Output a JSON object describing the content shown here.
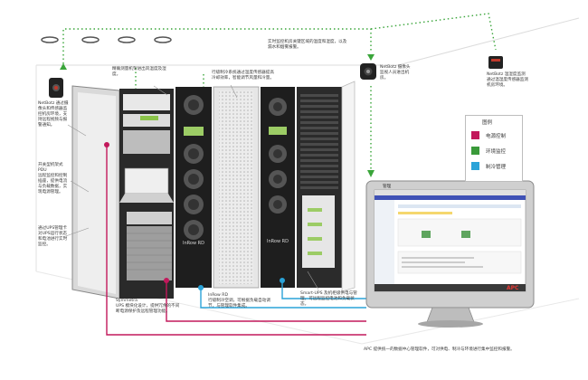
{
  "legend": {
    "title": "图例",
    "items": [
      {
        "label": "电源控制",
        "color": "#c2185b"
      },
      {
        "label": "环境监控",
        "color": "#3a9a3a"
      },
      {
        "label": "制冷管理",
        "color": "#2aa3d8"
      }
    ]
  },
  "notes": {
    "netbotz_left": "NetBotz 通过摄像头和传感器监控机房环境，支持远程视频与报警通知。",
    "rpdu": "开关型机架式PDU",
    "rpdu_desc": "远程监控和控制插座，提供电流与负载数据，实现电源管理。",
    "cooling_top": "精确测量机架进出风温度及湿度。",
    "row_cooling": "行级制冷系统通过温度传感器提高冷却效率，智能调节风量和冷量。",
    "netbotz_cam": "NetBotz 摄像头",
    "netbotz_cam_desc": "监视人员进出机房。",
    "netbotz_room": "NetBotz 温湿度监测",
    "netbotz_room_desc": "通过温湿度传感器监测机房环境。",
    "ceiling_sensor": "实时监控机房关键区域的温度和湿度，以及漏水和烟雾报警。",
    "ups_left": "通过UPS管理卡对UPS运行状态和电池进行实时监控。",
    "symmetra": "Symmetra",
    "symmetra_desc": "UPS 模块化设计，提供冗余的不间断电源保护及远程管理功能。",
    "inrow_rd": "InRow RD",
    "inrow_rd_desc": "行级制冷空调，可根据负载自动调节，与管理软件集成。",
    "smart_ups": "Smart-UPS 及机柜级供电与管理，可远程监控电池和负载状态。",
    "software": "管理",
    "bottom": "APC 提供统一的数据中心管理软件，可对供电、制冷与环境进行集中监控和报警。"
  },
  "racks": {
    "inrow_label": "InRow RD"
  },
  "screen": {
    "brand": "APC"
  }
}
